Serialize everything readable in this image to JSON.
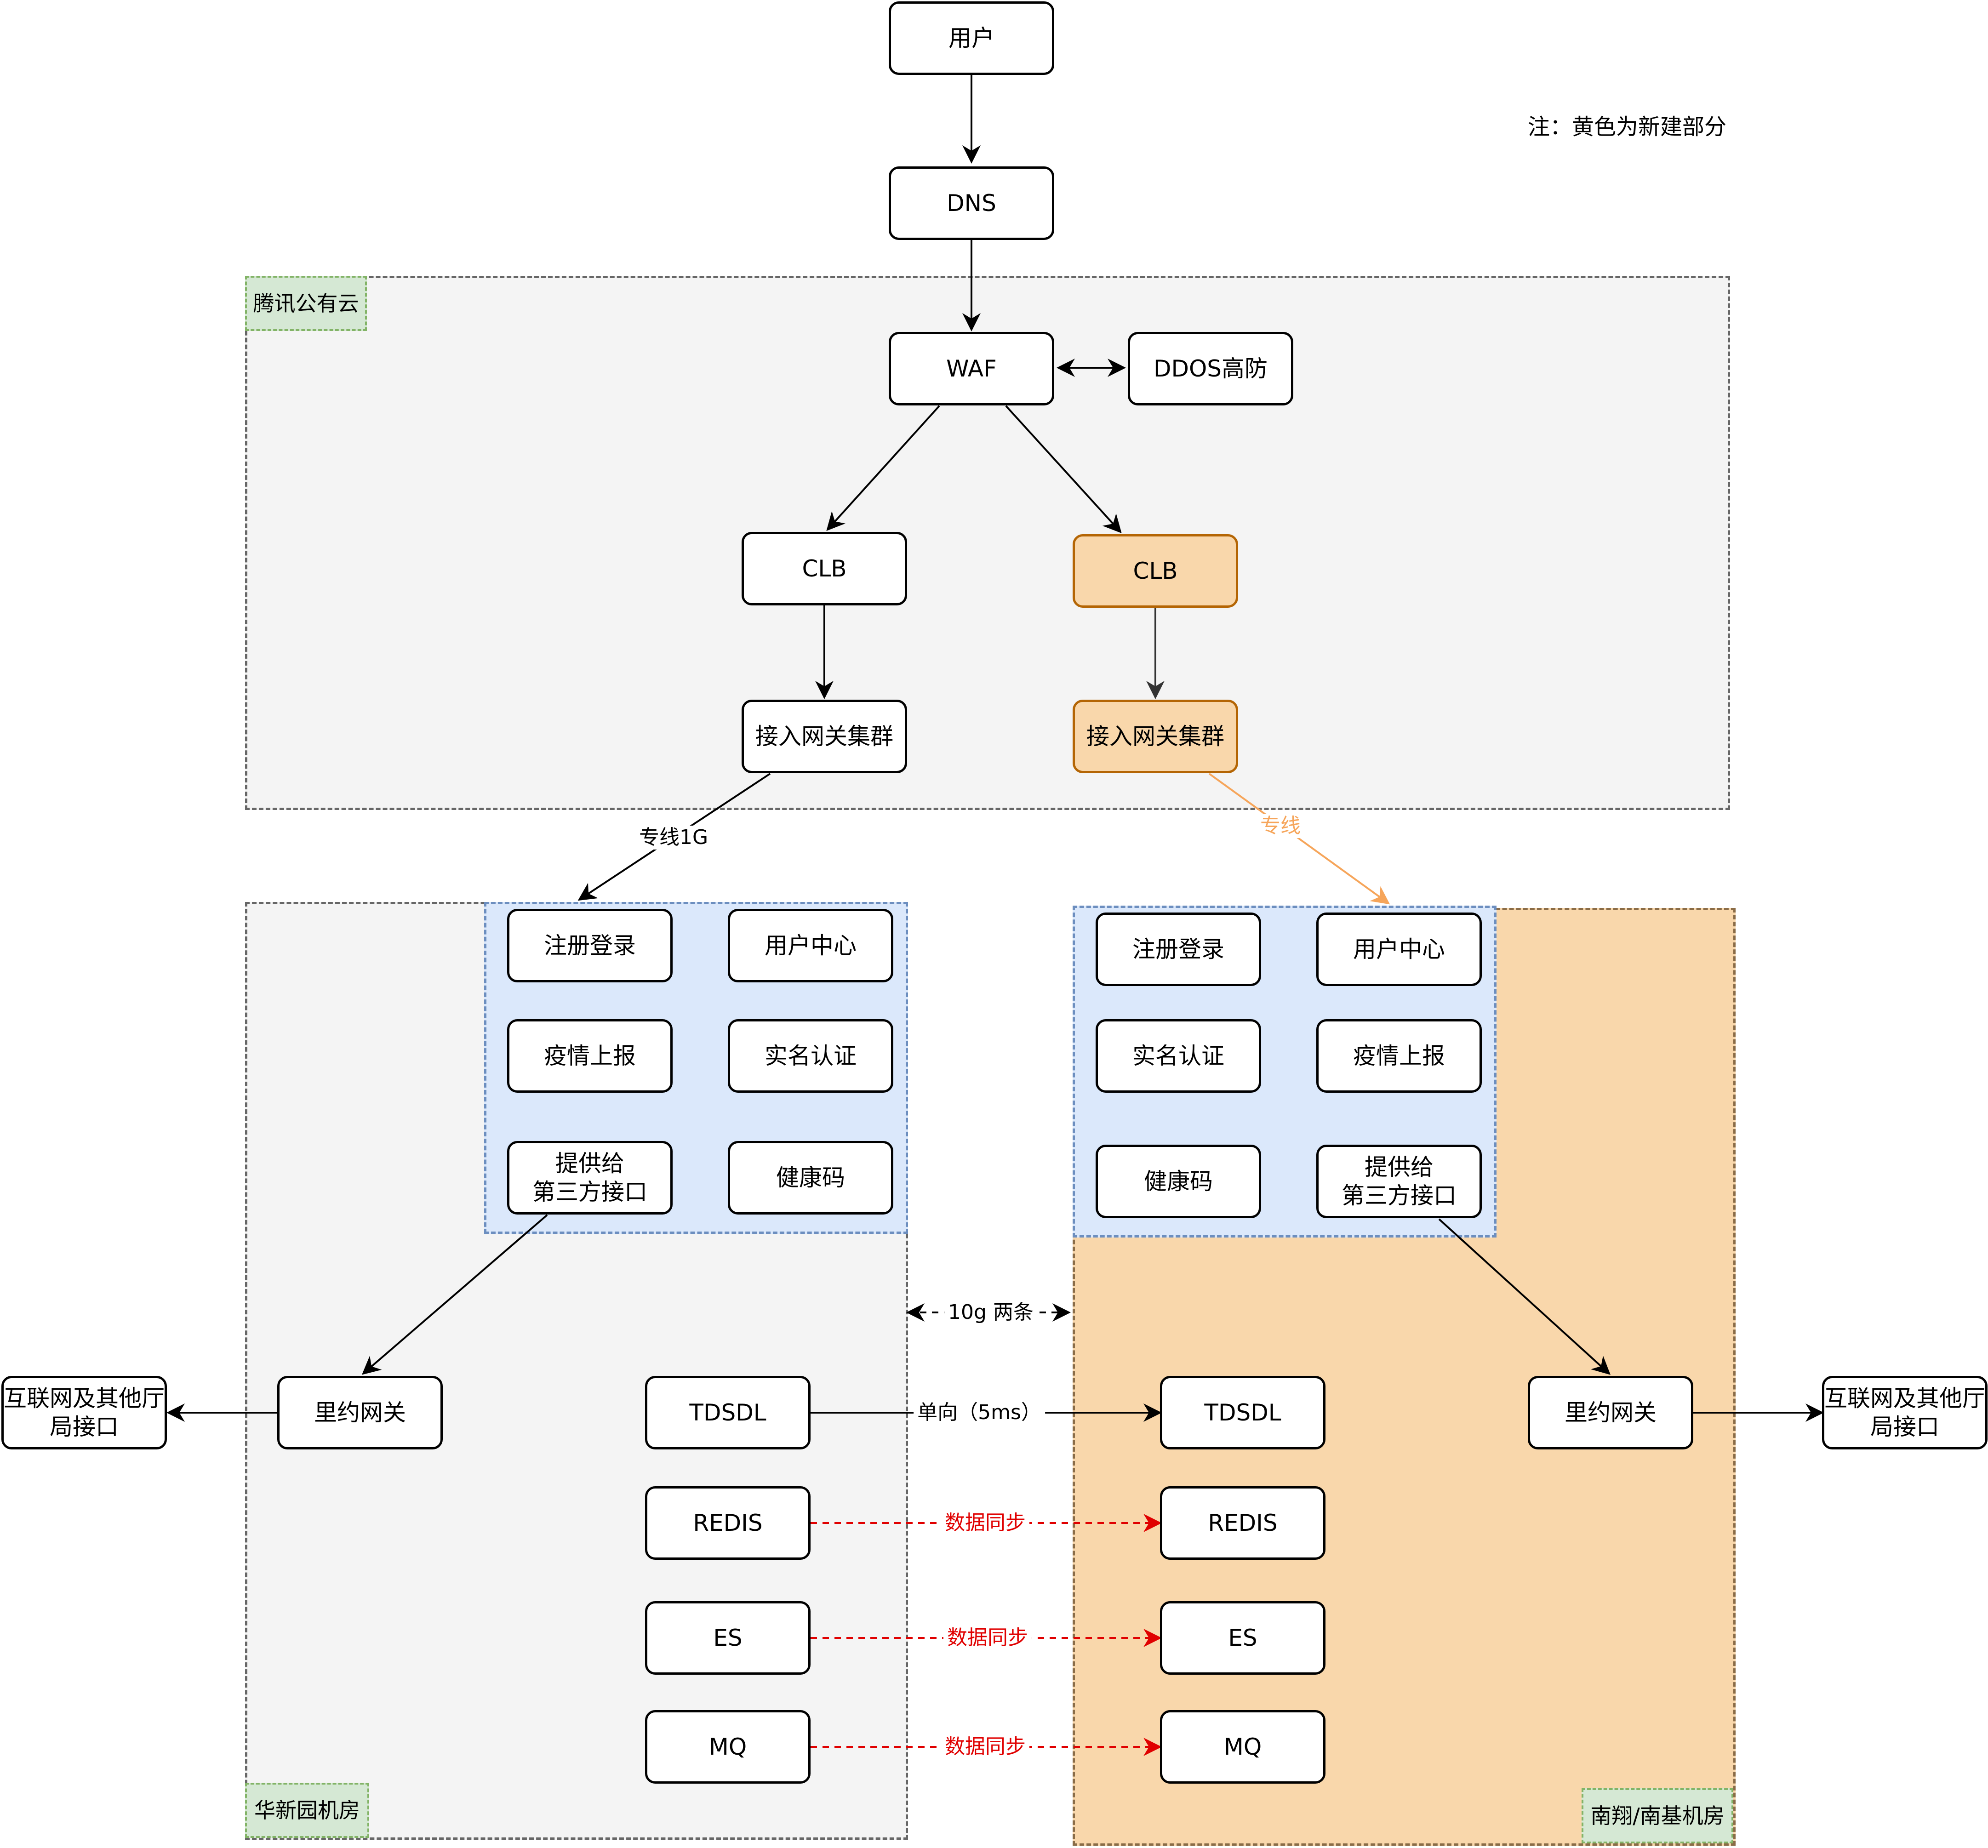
{
  "note": "注：黄色为新建部分",
  "regions": {
    "tencent_cloud": "腾讯公有云",
    "huaxinyuan": "华新园机房",
    "nanxiang": "南翔/南基机房"
  },
  "nodes": {
    "user": "用户",
    "dns": "DNS",
    "waf": "WAF",
    "ddos": "DDOS高防",
    "clb_left": "CLB",
    "clb_right": "CLB",
    "gateway_left": "接入网关集群",
    "gateway_right": "接入网关集群",
    "left_services": {
      "register": "注册登录",
      "user_center": "用户中心",
      "epidemic": "疫情上报",
      "realname": "实名认证",
      "third_party": "提供给\n第三方接口",
      "health_code": "健康码"
    },
    "right_services": {
      "register": "注册登录",
      "user_center": "用户中心",
      "realname": "实名认证",
      "epidemic": "疫情上报",
      "health_code": "健康码",
      "third_party": "提供给\n第三方接口"
    },
    "liyue_left": "里约网关",
    "liyue_right": "里约网关",
    "external_left": "互联网及其他厅\n局接口",
    "external_right": "互联网及其他厅\n局接口",
    "tdsdl_left": "TDSDL",
    "tdsdl_right": "TDSDL",
    "redis_left": "REDIS",
    "redis_right": "REDIS",
    "es_left": "ES",
    "es_right": "ES",
    "mq_left": "MQ",
    "mq_right": "MQ"
  },
  "edge_labels": {
    "dedicated_1g": "专线1G",
    "dedicated": "专线",
    "link_10g": "10g 两条",
    "one_way": "单向（5ms）",
    "sync_redis": "数据同步",
    "sync_es": "数据同步",
    "sync_mq": "数据同步"
  },
  "colors": {
    "new_fill": "#f9d7ab",
    "new_stroke": "#b46504",
    "service_group_fill": "#dbe8fb",
    "region_fill": "#f4f4f4",
    "region_tag_fill": "#d5e8d4",
    "dedicated_line": "#f6a55a",
    "sync_line": "#e00000"
  }
}
